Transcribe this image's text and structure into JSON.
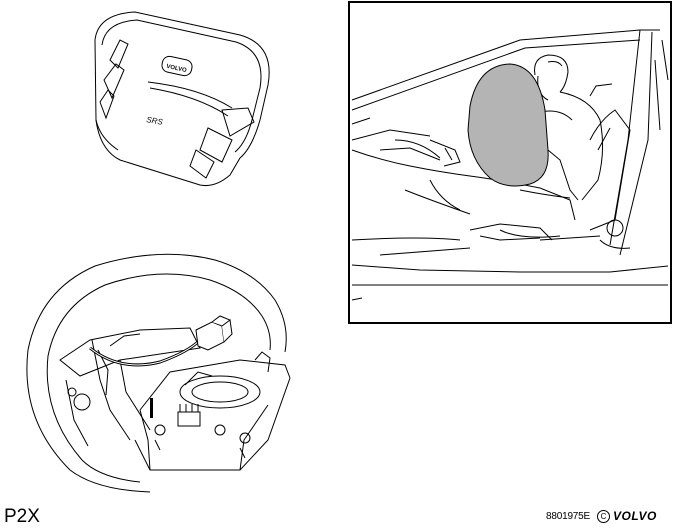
{
  "hub_emblem": "VOLVO",
  "hub_marking": "SRS",
  "caption": "P2X",
  "reference_number": "8801975E",
  "copyright_symbol": "C",
  "brand": "VOLVO",
  "colors": {
    "line": "#000000",
    "airbag_fill": "#b4b4b4",
    "background": "#ffffff"
  }
}
